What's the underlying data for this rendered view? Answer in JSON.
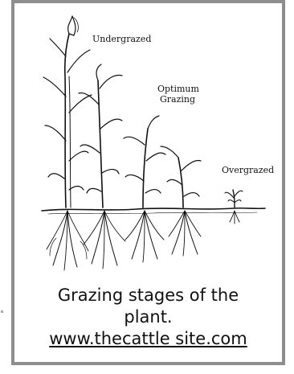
{
  "illustration": {
    "labels": {
      "undergrazed": "Undergrazed",
      "optimum_line1": "Optimum",
      "optimum_line2": "Grazing",
      "overgrazed": "Overgrazed"
    }
  },
  "caption": {
    "line1": "Grazing stages of the",
    "line2": "plant.",
    "link": "www.thecattle site.com"
  },
  "colors": {
    "frame_border": "#8e8e8e",
    "ink": "#111111"
  }
}
